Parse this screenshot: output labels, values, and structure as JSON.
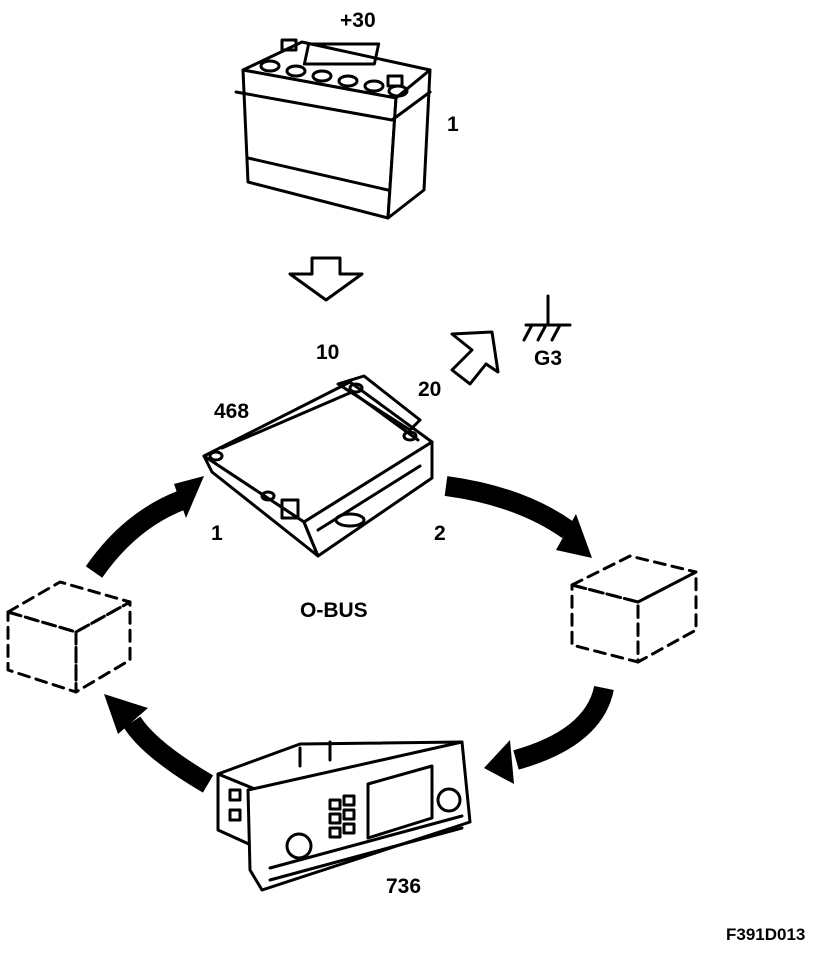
{
  "labels": {
    "battery_terminal": "+30",
    "battery_number": "1",
    "fuse_number": "10",
    "ground_wire_number": "20",
    "ground_point": "G3",
    "module_number": "468",
    "port_1": "1",
    "port_2": "2",
    "bus_name": "O-BUS",
    "head_unit_number": "736",
    "figure_code": "F391D013"
  },
  "colors": {
    "line": "#000000",
    "background": "#ffffff"
  },
  "icons": {
    "battery": "battery-icon",
    "module": "control-module-icon",
    "head_unit": "radio-head-unit-icon",
    "placeholder": "dashed-cube-icon",
    "ground": "ground-symbol-icon"
  }
}
